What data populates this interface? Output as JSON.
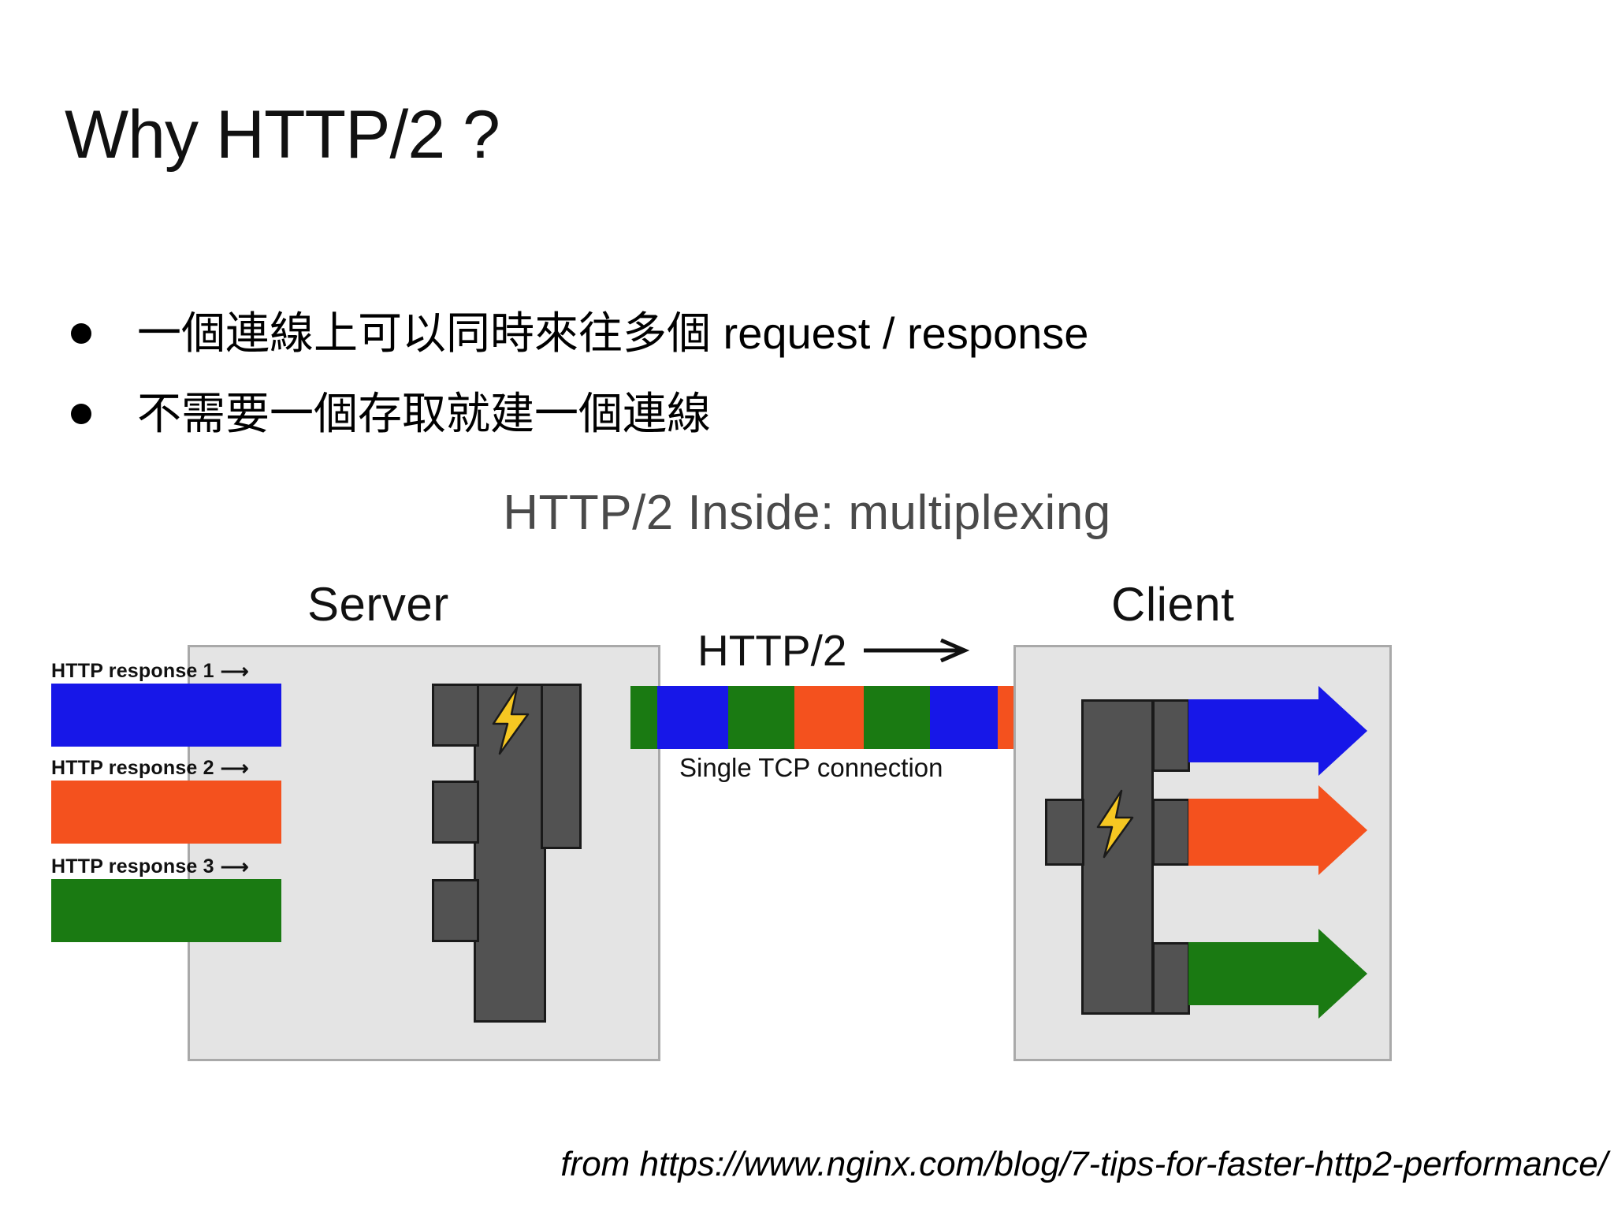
{
  "slide": {
    "title": "Why HTTP/2 ?",
    "bullets": [
      "一個連線上可以同時來往多個 request / response",
      "不需要一個存取就建一個連線"
    ],
    "attribution": "from https://www.nginx.com/blog/7-tips-for-faster-http2-performance/"
  },
  "figure": {
    "title": "HTTP/2 Inside: multiplexing",
    "server_label": "Server",
    "client_label": "Client",
    "center_label": "HTTP/2",
    "center_arrow": "→",
    "tcp_label": "Single TCP connection",
    "responses": [
      {
        "label": "HTTP response 1",
        "arrow": "⟶",
        "color": "#1717e8",
        "name": "blue"
      },
      {
        "label": "HTTP response 2",
        "arrow": "⟶",
        "color": "#f4511e",
        "name": "orange"
      },
      {
        "label": "HTTP response 3",
        "arrow": "⟶",
        "color": "#1a7a12",
        "name": "green"
      }
    ],
    "stream_segments": [
      {
        "color": "#1a7a12",
        "width": 34
      },
      {
        "color": "#1717e8",
        "width": 90
      },
      {
        "color": "#1a7a12",
        "width": 84
      },
      {
        "color": "#f4511e",
        "width": 88
      },
      {
        "color": "#1a7a12",
        "width": 84
      },
      {
        "color": "#1717e8",
        "width": 86
      },
      {
        "color": "#f4511e",
        "width": 150
      }
    ],
    "client_arrows": [
      {
        "color": "#1717e8",
        "name": "blue"
      },
      {
        "color": "#f4511e",
        "name": "orange"
      },
      {
        "color": "#1a7a12",
        "name": "green"
      }
    ],
    "colors": {
      "blue": "#1717e8",
      "orange": "#f4511e",
      "green": "#1a7a12",
      "panel_bg": "#e4e4e4",
      "comb": "#525252",
      "bolt": "#f6c722",
      "fig_title": "#4a4a4a"
    }
  }
}
